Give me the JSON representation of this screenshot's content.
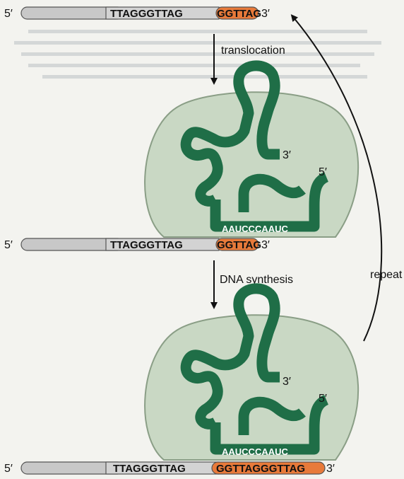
{
  "colors": {
    "rna_green": "#1f6e47",
    "enzyme_fill": "#c9d8c4",
    "enzyme_stroke": "#8a9e86",
    "new_dna": "#e87a3a",
    "dna_gray": "#c8c8c8",
    "arrow": "#111111"
  },
  "strands": [
    {
      "prime5": "5′",
      "seq_black": "TTAGGGTTAG",
      "seq_orange": "GGTTAG",
      "prime3": "3′"
    },
    {
      "prime5": "5′",
      "seq_black": "TTAGGGTTAG",
      "seq_orange": "GGTTAG",
      "prime3": "3′"
    },
    {
      "prime5": "5′",
      "seq_black": "TTAGGGTTAG",
      "seq_orange": "GGTTAGGGTTAG",
      "prime3": "3′"
    }
  ],
  "steps": {
    "translocation": "translocation",
    "dna_synthesis": "DNA synthesis",
    "repeat": "repeat"
  },
  "enzymes": [
    {
      "template": "AAUCCCAAUC",
      "rna_3prime": "3′",
      "rna_5prime": "5′"
    },
    {
      "template": "AAUCCCAAUC",
      "rna_3prime": "3′",
      "rna_5prime": "5′"
    }
  ]
}
